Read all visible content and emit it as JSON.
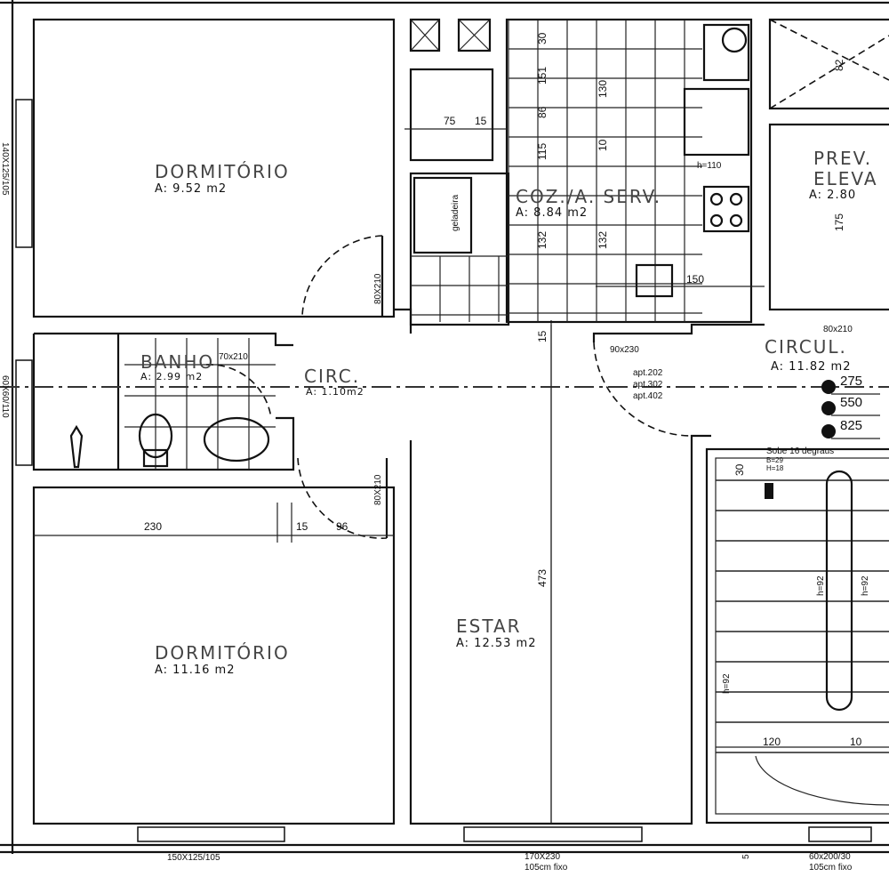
{
  "rooms": {
    "dorm1": {
      "name": "DORMITÓRIO",
      "area": "A:  9.52  m2"
    },
    "dorm2": {
      "name": "DORMITÓRIO",
      "area": "A:  11.16  m2"
    },
    "banho": {
      "name": "BANHO",
      "area": "A:  2.99  m2"
    },
    "circ": {
      "name": "CIRC.",
      "area": "A:  1.10m2"
    },
    "cozinha": {
      "name": "COZ./A.  SERV.",
      "area": "A:  8.84  m2"
    },
    "estar": {
      "name": "ESTAR",
      "area": "A:  12.53  m2"
    },
    "circul": {
      "name": "CIRCUL.",
      "area": "A:  11.82  m2"
    },
    "prev": {
      "name": "PREV.",
      "name2": "ELEVA",
      "area": "A:  2.80"
    }
  },
  "doors": {
    "d1": "80X210",
    "d2": "70x210",
    "d3": "80X210",
    "d4": "90x230",
    "d5": "80x210"
  },
  "windows": {
    "w1": "150X125/105",
    "w2": "170X230",
    "w2b": "105cm  fixo",
    "w3": "60x200/30",
    "w3b": "105cm  fixo",
    "w4": "140X125/105",
    "w5": "60X60/110"
  },
  "dims": {
    "d230": "230",
    "d15a": "15",
    "d96": "96",
    "d473": "473",
    "d75": "75",
    "d15b": "15",
    "d30": "30",
    "d151": "151",
    "d86": "86",
    "d115": "115",
    "d130": "130",
    "d10": "10",
    "d132a": "132",
    "d132b": "132",
    "d150": "150",
    "dh110": "h=110",
    "d15c": "15",
    "d175": "175",
    "d82": "82",
    "d30s": "30",
    "d120": "120",
    "d10s": "10",
    "dh92a": "h=92",
    "dh92b": "h=92",
    "dh92c": "h=92",
    "d5": "5"
  },
  "apts": [
    "apt.202",
    "apt.302",
    "apt.402"
  ],
  "levels": [
    "275",
    "550",
    "825"
  ],
  "stair": {
    "label": "Sobe 16 degraus",
    "h1": "B=29",
    "h2": "H=18"
  },
  "appliance": {
    "fridge": "geladeira"
  }
}
